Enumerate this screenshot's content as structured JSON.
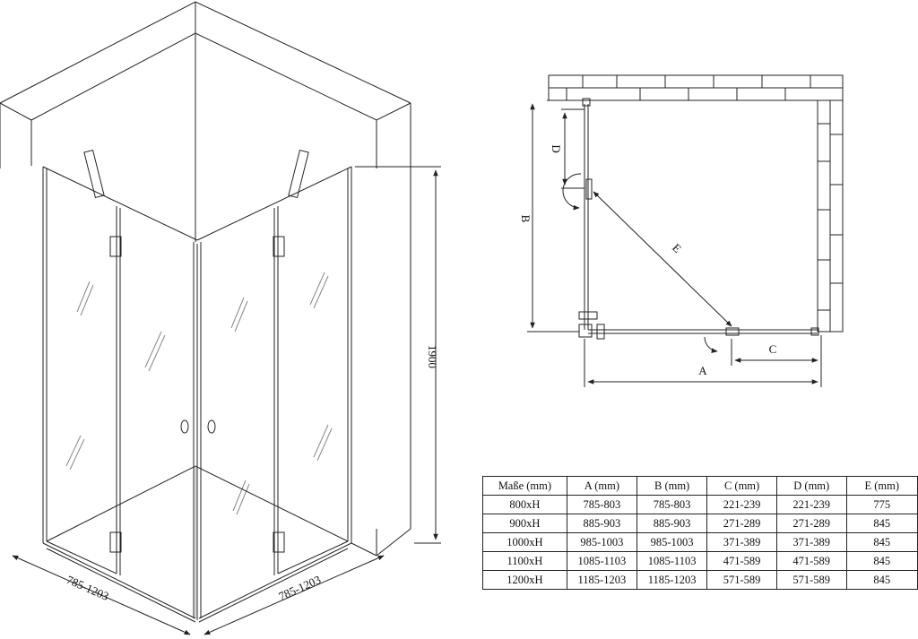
{
  "iso_view": {
    "height_label": "1900",
    "width_left_label": "785-1203",
    "width_right_label": "785-1203"
  },
  "plan_view": {
    "label_a": "A",
    "label_b": "B",
    "label_c": "C",
    "label_d": "D",
    "label_e": "E"
  },
  "spec_table": {
    "headers": [
      "Maße (mm)",
      "A (mm)",
      "B (mm)",
      "C (mm)",
      "D (mm)",
      "E (mm)"
    ],
    "rows": [
      [
        "800xH",
        "785-803",
        "785-803",
        "221-239",
        "221-239",
        "775"
      ],
      [
        "900xH",
        "885-903",
        "885-903",
        "271-289",
        "271-289",
        "845"
      ],
      [
        "1000xH",
        "985-1003",
        "985-1003",
        "371-389",
        "371-389",
        "845"
      ],
      [
        "1100xH",
        "1085-1103",
        "1085-1103",
        "471-589",
        "471-589",
        "845"
      ],
      [
        "1200xH",
        "1185-1203",
        "1185-1203",
        "571-589",
        "571-589",
        "845"
      ]
    ]
  },
  "colors": {
    "line": "#222222",
    "background": "#ffffff"
  }
}
